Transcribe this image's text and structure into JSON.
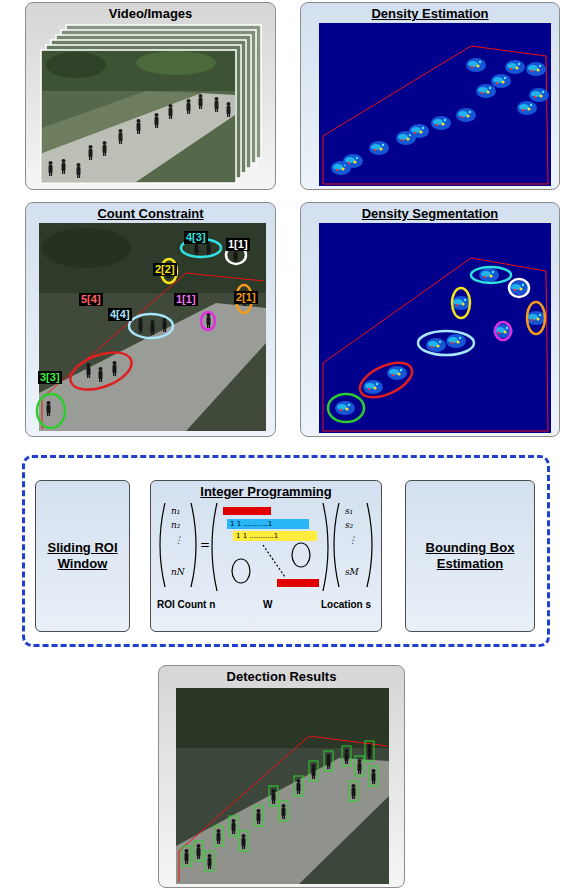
{
  "diagram": {
    "nodes": [
      {
        "text": [
          "Video/Images"
        ]
      },
      {
        "text": [
          "Density Estimation"
        ]
      },
      {
        "text": [
          "Count Constraint"
        ]
      },
      {
        "text": [
          "Density Segmentation"
        ]
      },
      {
        "text": []
      },
      {
        "text": [
          "Sliding ROI Window"
        ],
        "in": 4
      },
      {
        "text": [
          "Integer Programming",
          "ROI Count n",
          "W",
          "Location s"
        ],
        "in": 4
      },
      {
        "text": [
          "Bounding Box Estimation"
        ],
        "in": 4
      },
      {
        "text": [
          "Detection Results"
        ]
      }
    ],
    "edges": [
      {
        "from": 0,
        "to": 1,
        "arrow": "to"
      },
      {
        "from": 1,
        "to": 3,
        "arrow": "to"
      },
      {
        "from": 3,
        "to": 2,
        "arrow": "to"
      },
      {
        "from": 2,
        "to": 4,
        "arrow": "to"
      },
      {
        "from": 3,
        "to": 4,
        "arrow": "to"
      },
      {
        "from": 5,
        "to": 6,
        "arrow": "to"
      },
      {
        "from": 6,
        "to": 7,
        "arrow": "to"
      },
      {
        "from": 4,
        "to": 8,
        "arrow": "to"
      }
    ],
    "labels": [
      "4[3]",
      "1[1]",
      "2[2]",
      "1[1]",
      "2[1]",
      "5[4]",
      "4[4]",
      "3[3]",
      "n₁",
      "n₂",
      "⋮",
      "nN",
      "=",
      "1 1 ...........1",
      "1 1 ...........1",
      "s₁",
      "s₂",
      "⋮",
      "sM"
    ]
  }
}
